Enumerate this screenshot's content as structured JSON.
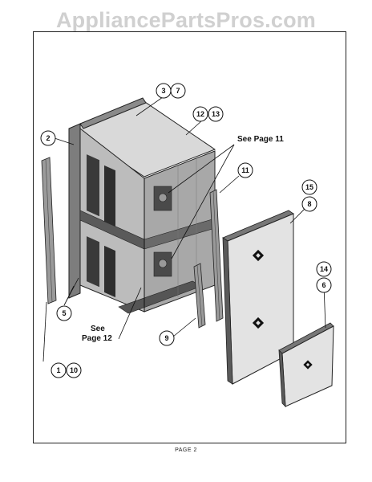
{
  "watermark": "AppliancePartsPros.com",
  "footer": "PAGE 2",
  "notes": {
    "see_page_11": "See Page 11",
    "see_page_12_line1": "See",
    "see_page_12_line2": "Page 12"
  },
  "callouts": {
    "c3": "3",
    "c7": "7",
    "c12": "12",
    "c13": "13",
    "c2": "2",
    "c11": "11",
    "c15": "15",
    "c8": "8",
    "c14": "14",
    "c6": "6",
    "c5": "5",
    "c9": "9",
    "c1": "1",
    "c10": "10"
  }
}
